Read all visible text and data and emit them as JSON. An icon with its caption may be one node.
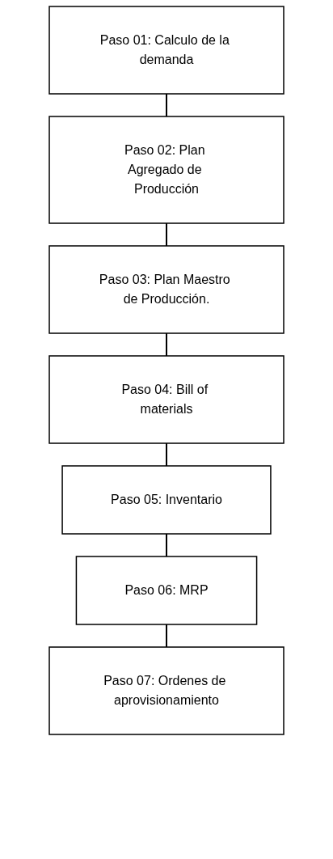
{
  "diagram": {
    "nodes": [
      {
        "text": [
          "Paso 01: Calculo de la demanda"
        ]
      },
      {
        "text": [
          "Paso 02: Plan Agregado de Producción"
        ]
      },
      {
        "text": [
          "Paso 03: Plan Maestro de Producción."
        ]
      },
      {
        "text": [
          "Paso 04: Bill of materials"
        ]
      },
      {
        "text": [
          "Paso 05: Inventario"
        ]
      },
      {
        "text": [
          "Paso 06: MRP"
        ]
      },
      {
        "text": [
          "Paso 07: Ordenes de aprovisionamiento"
        ]
      }
    ],
    "edges": [
      {
        "from": 0,
        "to": 1,
        "arrow": "none"
      },
      {
        "from": 1,
        "to": 2,
        "arrow": "none"
      },
      {
        "from": 2,
        "to": 3,
        "arrow": "none"
      },
      {
        "from": 3,
        "to": 4,
        "arrow": "none"
      },
      {
        "from": 4,
        "to": 5,
        "arrow": "none"
      },
      {
        "from": 5,
        "to": 6,
        "arrow": "none"
      }
    ]
  }
}
